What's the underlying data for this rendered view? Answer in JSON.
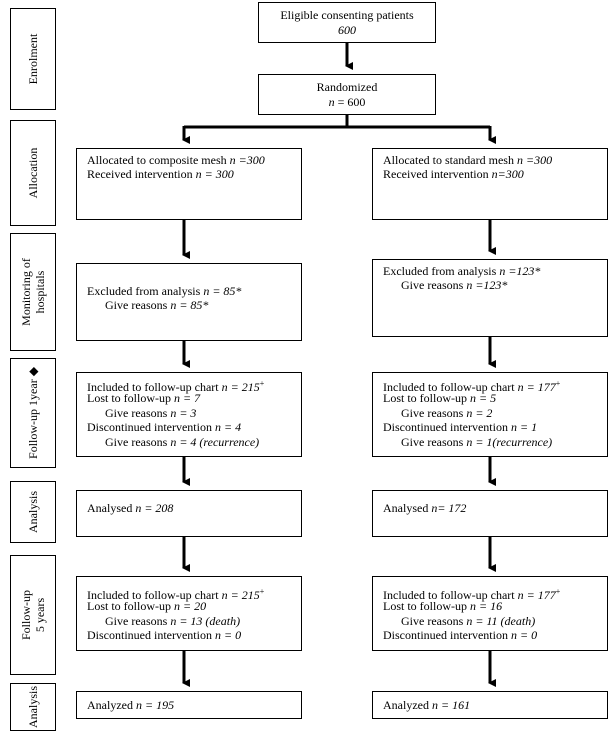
{
  "stages": {
    "enrolment": "Enrolment",
    "allocation": "Allocation",
    "monitoring": "Monitoring of\nhospitals",
    "follow1": "Follow-up 1year ◆",
    "analysis1": "Analysis",
    "follow5": "Follow-up\n5 years",
    "analysis2": "Analysis"
  },
  "enrolment": {
    "label": "Eligible consenting patients",
    "value": "600"
  },
  "randomized": {
    "label": "Randomized",
    "n_prefix": "n",
    "n_value": " = 600"
  },
  "left": {
    "allocation": {
      "l1": "Allocated to composite mesh ",
      "l1n": "n =300",
      "l2": "Received intervention ",
      "l2n": "n = 300"
    },
    "monitoring": {
      "l1": "Excluded from analysis ",
      "l1n": "n = 85*",
      "l2": "Give reasons ",
      "l2n": "n = 85*"
    },
    "follow1": {
      "l1": "Included to follow-up chart ",
      "l1n": "n = 215",
      "l1sup": "+",
      "l2": "Lost to follow-up ",
      "l2n": "n = 7",
      "l3": "Give reasons ",
      "l3n": "n = 3",
      "l4": "Discontinued intervention ",
      "l4n": "n = 4",
      "l5": "Give reasons ",
      "l5n": "n = 4 (recurrence)"
    },
    "analysis1": {
      "l1": "Analysed ",
      "l1n": "n = 208"
    },
    "follow5": {
      "l1": "Included to follow-up chart ",
      "l1n": "n = 215",
      "l1sup": "+",
      "l2": "Lost to follow-up ",
      "l2n": "n = 20",
      "l3": "Give reasons ",
      "l3n": "n = 13 (death)",
      "l4": "Discontinued intervention ",
      "l4n": "n = 0"
    },
    "analysis2": {
      "l1": "Analyzed ",
      "l1n": "n = 195"
    }
  },
  "right": {
    "allocation": {
      "l1": "Allocated to standard mesh ",
      "l1n": "n =300",
      "l2": "Received intervention ",
      "l2n": "n=300"
    },
    "monitoring": {
      "l1": "Excluded from analysis ",
      "l1n": "n =123*",
      "l2": "Give reasons ",
      "l2n": "n =123*"
    },
    "follow1": {
      "l1": "Included to follow-up chart ",
      "l1n": "n = 177",
      "l1sup": "+",
      "l2": "Lost to follow-up ",
      "l2n": "n = 5",
      "l3": "Give reasons ",
      "l3n": "n = 2",
      "l4": "Discontinued intervention ",
      "l4n": "n = 1",
      "l5": "Give reasons ",
      "l5n": "n = 1(recurrence)"
    },
    "analysis1": {
      "l1": "Analysed ",
      "l1n": "n= 172"
    },
    "follow5": {
      "l1": "Included to follow-up chart ",
      "l1n": "n = 177",
      "l1sup": "+",
      "l2": "Lost to follow-up ",
      "l2n": "n = 16",
      "l3": "Give reasons ",
      "l3n": "n = 11 (death)",
      "l4": "Discontinued intervention ",
      "l4n": "n = 0"
    },
    "analysis2": {
      "l1": "Analyzed ",
      "l1n": "n = 161"
    }
  }
}
